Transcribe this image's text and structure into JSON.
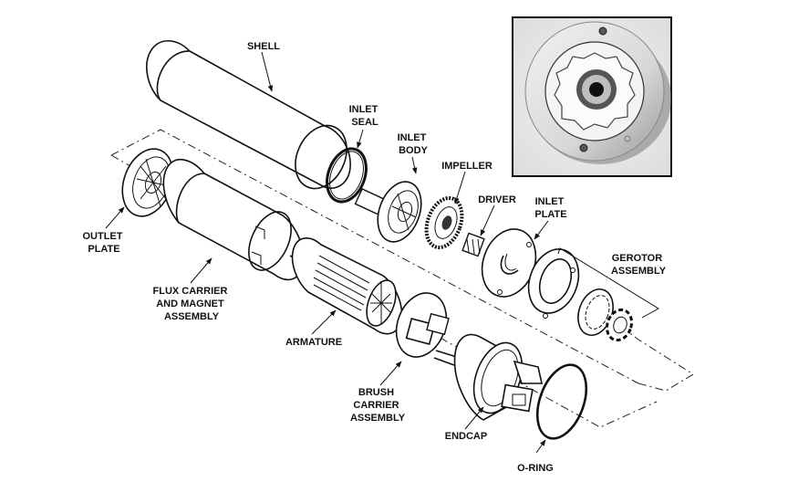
{
  "figure": {
    "title": "Exploded view of fuel pump assembly",
    "labels": {
      "shell": [
        "SHELL"
      ],
      "inlet_seal": [
        "INLET",
        "SEAL"
      ],
      "inlet_body": [
        "INLET",
        "BODY"
      ],
      "impeller": [
        "IMPELLER"
      ],
      "driver": [
        "DRIVER"
      ],
      "inlet_plate": [
        "INLET",
        "PLATE"
      ],
      "gerotor_assembly": [
        "GEROTOR",
        "ASSEMBLY"
      ],
      "outlet_plate": [
        "OUTLET",
        "PLATE"
      ],
      "flux_carrier": [
        "FLUX CARRIER",
        "AND MAGNET",
        "ASSEMBLY"
      ],
      "armature": [
        "ARMATURE"
      ],
      "brush_carrier": [
        "BRUSH",
        "CARRIER",
        "ASSEMBLY"
      ],
      "endcap": [
        "ENDCAP"
      ],
      "o_ring": [
        "O-RING"
      ]
    },
    "inset_photo": {
      "description": "Photo of gerotor assembly installed on inlet plate"
    }
  }
}
